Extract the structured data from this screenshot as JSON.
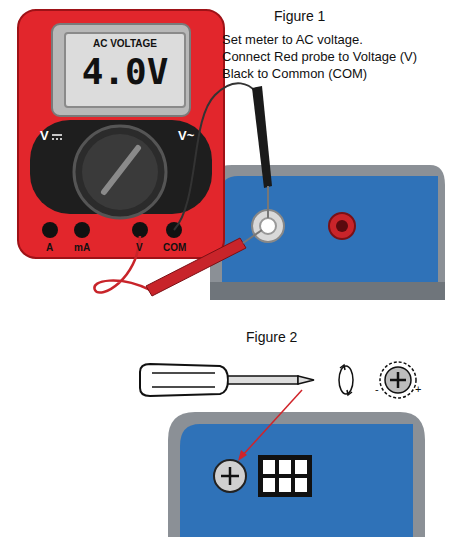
{
  "diagram": {
    "nodes": [
      {
        "text": [
          "AC VOLTAGE",
          "4.0V"
        ]
      }
    ],
    "labels": [
      "Figure 1",
      "Set meter to AC voltage.",
      "Connect Red probe to Voltage (V)",
      "Black to Common (COM)",
      "V",
      "V~",
      "A",
      "mA",
      "V",
      "COM",
      "Figure 2",
      "-",
      "+"
    ]
  }
}
